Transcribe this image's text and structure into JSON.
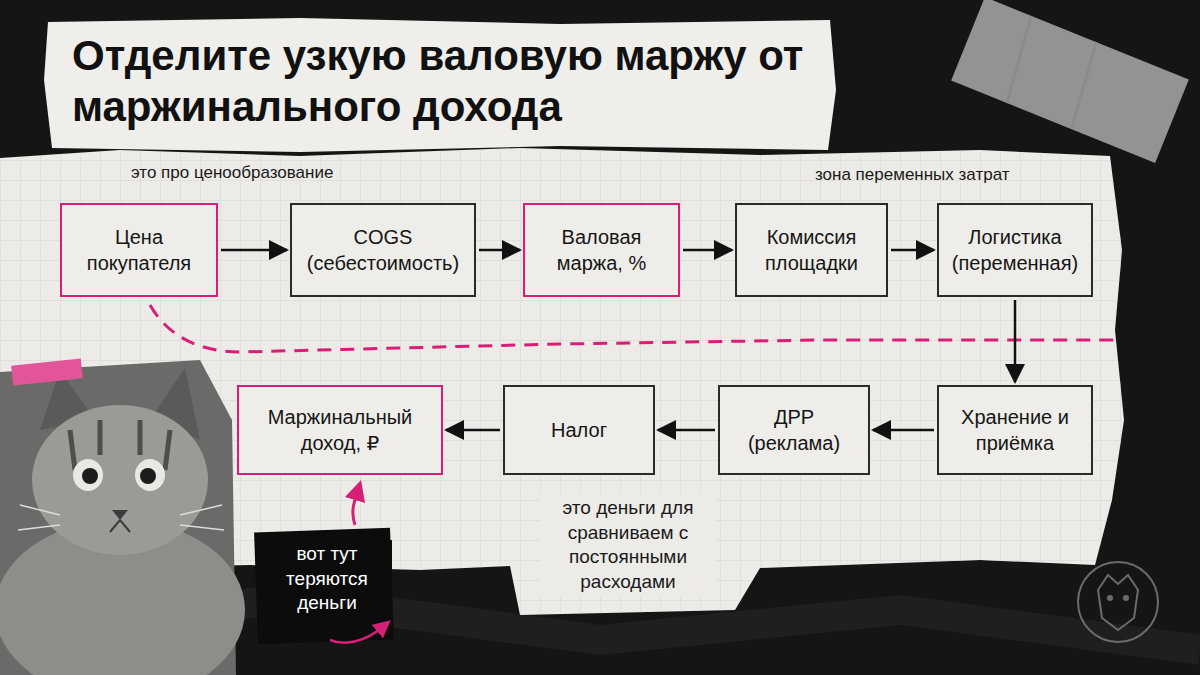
{
  "diagram": {
    "title": "Отделите узкую валовую маржу от маржинального дохода",
    "nodes": [
      {
        "text": [
          "Цена покупателя"
        ]
      },
      {
        "text": [
          "COGS (себестоимость)"
        ]
      },
      {
        "text": [
          "Валовая маржа, %"
        ]
      },
      {
        "text": [
          "Комиссия площадки"
        ]
      },
      {
        "text": [
          "Логистика (переменная)"
        ]
      },
      {
        "text": [
          "Хранение и приёмка"
        ]
      },
      {
        "text": [
          "ДРР (реклама)"
        ]
      },
      {
        "text": [
          "Налог"
        ]
      },
      {
        "text": [
          "Маржинальный доход, ₽"
        ]
      }
    ],
    "edges": [
      {
        "from": 0,
        "to": 1,
        "arrow": "to"
      },
      {
        "from": 1,
        "to": 2,
        "arrow": "to"
      },
      {
        "from": 2,
        "to": 3,
        "arrow": "to"
      },
      {
        "from": 3,
        "to": 4,
        "arrow": "to"
      },
      {
        "from": 4,
        "to": 5,
        "arrow": "to"
      },
      {
        "from": 5,
        "to": 6,
        "arrow": "to"
      },
      {
        "from": 6,
        "to": 7,
        "arrow": "to"
      },
      {
        "from": 7,
        "to": 8,
        "arrow": "to"
      }
    ],
    "labels": [
      "это про ценообразование",
      "зона переменных затрат",
      "это деньги для сравниваем с постоянными расходами",
      "вот тут теряются деньги"
    ]
  }
}
